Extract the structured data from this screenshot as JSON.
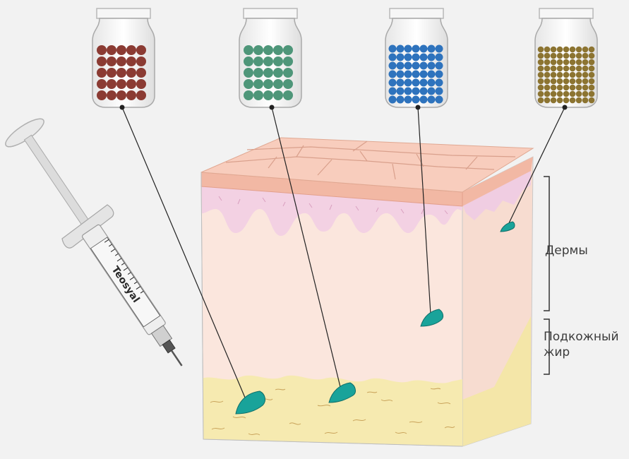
{
  "labels": {
    "dermis": "Дермы",
    "subcutaneous_fat": "Подкожный жир"
  },
  "syringe_brand": "Teosyal",
  "vials": [
    {
      "name": "vial-red",
      "bead_color": "#8b3b33"
    },
    {
      "name": "vial-green",
      "bead_color": "#4e9679"
    },
    {
      "name": "vial-blue",
      "bead_color": "#2e73bd"
    },
    {
      "name": "vial-gold",
      "bead_color": "#8c7431"
    }
  ],
  "colors": {
    "background": "#f2f2f2",
    "epidermis": "#f5c9b8",
    "papillary_dermis": "#f3d2e4",
    "dermis": "#fbe4dc",
    "fat": "#f6eab1",
    "deposit": "#1aa39a"
  }
}
